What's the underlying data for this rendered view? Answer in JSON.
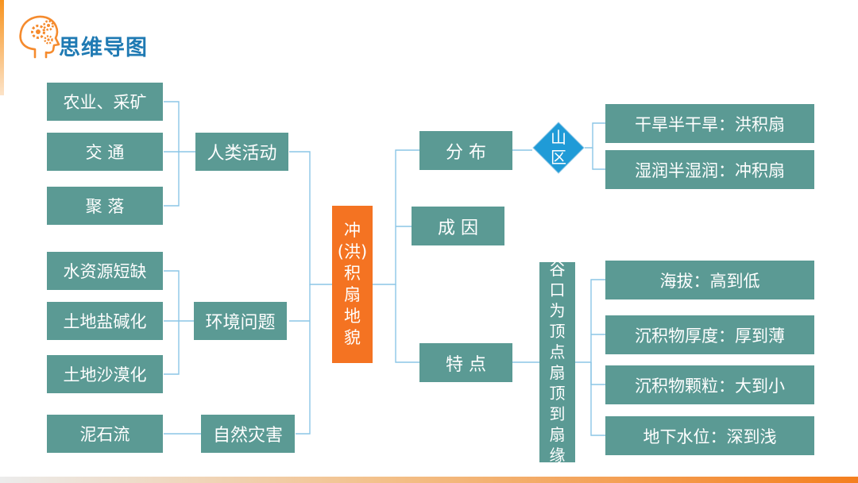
{
  "header": {
    "title": "思维导图",
    "icon": "head-gears-icon"
  },
  "colors": {
    "node": "#5b9a94",
    "center": "#f47322",
    "diamond": "#1f9bd7",
    "title": "#1f7ab3",
    "connector": "#8bc6e6"
  },
  "center": {
    "chars": [
      "冲",
      "(洪)",
      "积",
      "扇",
      "地",
      "貌"
    ]
  },
  "left": {
    "human": {
      "label": "人类活动",
      "children": [
        "农业、采矿",
        "交  通",
        "聚  落"
      ]
    },
    "environment": {
      "label": "环境问题",
      "children": [
        "水资源短缺",
        "土地盐碱化",
        "土地沙漠化"
      ]
    },
    "disaster": {
      "label": "自然灾害",
      "children": [
        "泥石流"
      ]
    }
  },
  "right": {
    "distribution": {
      "label": "分  布",
      "hub": [
        "山",
        "区"
      ],
      "children": [
        "干旱半干旱：洪积扇",
        "湿润半湿润：冲积扇"
      ]
    },
    "cause": {
      "label": "成  因"
    },
    "feature": {
      "label": "特  点",
      "hub": [
        "谷",
        "口",
        "为",
        "顶",
        "点",
        "扇",
        "顶",
        "到",
        "扇",
        "缘"
      ],
      "children": [
        "海拔：高到低",
        "沉积物厚度：厚到薄",
        "沉积物颗粒：大到小",
        "地下水位：深到浅"
      ]
    }
  }
}
